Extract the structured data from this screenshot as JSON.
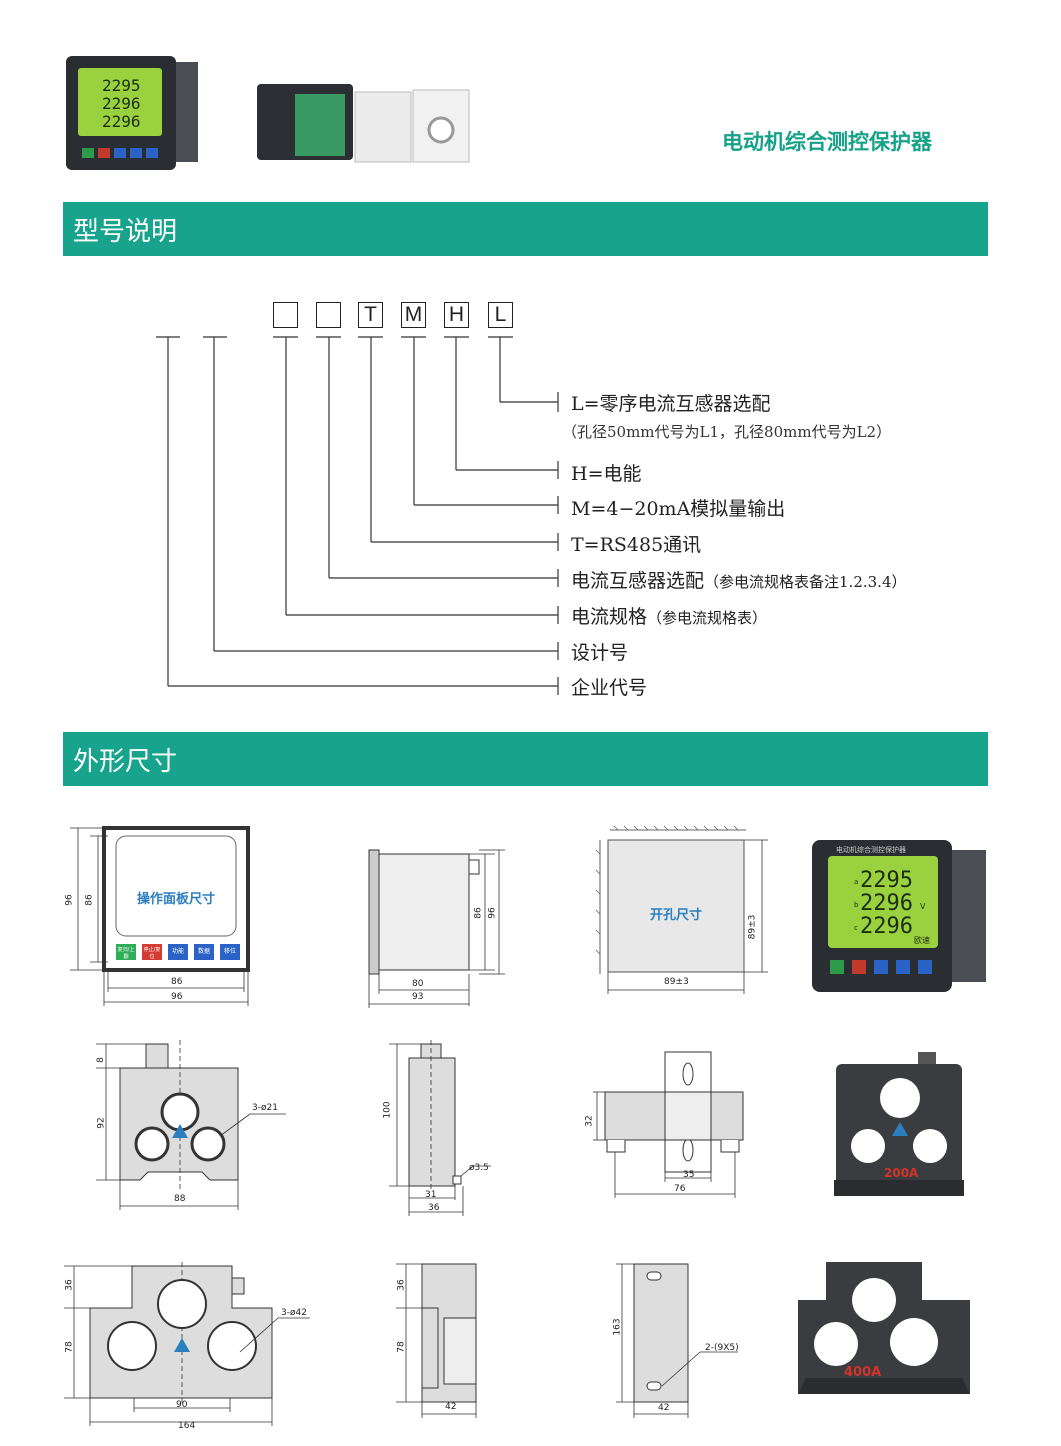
{
  "header": {
    "product_title": "电动机综合测控保护器"
  },
  "sections": {
    "model": "型号说明",
    "dimensions": "外形尺寸"
  },
  "device_display": {
    "label_a": "a",
    "label_b": "b",
    "label_c": "c",
    "line1": "2295",
    "line2": "2296",
    "line3": "2296",
    "unit": "V",
    "brand": "欧速",
    "panel_title": "电动机综合测控保护器"
  },
  "code_boxes": [
    "",
    "",
    "T",
    "M",
    "H",
    "L"
  ],
  "legend": {
    "l_item": "L=零序电流互感器选配",
    "l_note": "（孔径50mm代号为L1，孔径80mm代号为L2）",
    "h_item": "H=电能",
    "m_item": "M=4−20mA模拟量输出",
    "t_item": "T=RS485通讯",
    "ct_item": "电流互感器选配",
    "ct_note": "（参电流规格表备注1.2.3.4）",
    "spec_item": "电流规格",
    "spec_note": "（参电流规格表）",
    "design_item": "设计号",
    "company_item": "企业代号"
  },
  "drawings": {
    "panel_label": "操作面板尺寸",
    "panel_buttons": [
      "复归/上翻",
      "停止/复位",
      "功能",
      "数据",
      "移位"
    ],
    "panel_dims": {
      "h_outer": "96",
      "h_inner": "86",
      "w_inner": "86",
      "w_outer": "96"
    },
    "side_dims": {
      "h1": "86",
      "h2": "96",
      "w1": "80",
      "w2": "93"
    },
    "cutout_label": "开孔尺寸",
    "cutout_dims": {
      "h": "89±3",
      "w": "89±3"
    },
    "ct1_dims": {
      "top": "8",
      "h": "92",
      "w": "88",
      "holes": "3-ø21"
    },
    "ct1_side_dims": {
      "h": "100",
      "w1": "31",
      "w2": "36",
      "screw": "ø3.5"
    },
    "ct1_bracket_dims": {
      "h": "32",
      "w1": "35",
      "w2": "76"
    },
    "ct1_photo_label": "200A",
    "ct2_dims": {
      "top": "36",
      "h": "78",
      "w1": "90",
      "w2": "164",
      "holes": "3-ø42"
    },
    "ct2_side_dims": {
      "top": "36",
      "h": "78",
      "w": "42"
    },
    "ct2_bracket_dims": {
      "h": "163",
      "w": "42",
      "slots": "2-(9X5)"
    },
    "ct2_photo_label": "400A"
  }
}
